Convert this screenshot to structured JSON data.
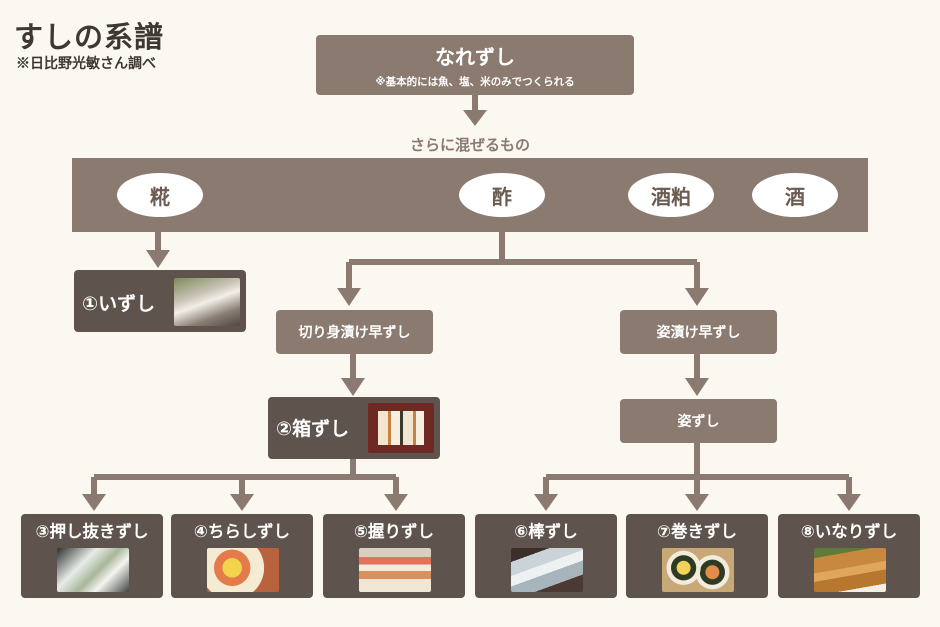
{
  "title": "すしの系譜",
  "subtitle": "※日比野光敏さん調べ",
  "top": {
    "title": "なれずし",
    "note": "※基本的には魚、塩、米のみでつくられる"
  },
  "mix_label": "さらに混ぜるもの",
  "ingredients": [
    "糀",
    "酢",
    "酒粕",
    "酒"
  ],
  "intermediate": {
    "kirimi": "切り身漬け早ずし",
    "sugata_zuke": "姿漬け早ずし",
    "sugata": "姿ずし"
  },
  "types": [
    {
      "label": "①いずし",
      "photo_icon": "izushi-photo"
    },
    {
      "label": "②箱ずし",
      "photo_icon": "hakozushi-photo"
    },
    {
      "label": "③押し抜きずし",
      "photo_icon": "oshinuki-photo"
    },
    {
      "label": "④ちらしずし",
      "photo_icon": "chirashi-photo"
    },
    {
      "label": "⑤握りずし",
      "photo_icon": "nigiri-photo"
    },
    {
      "label": "⑥棒ずし",
      "photo_icon": "bouzushi-photo"
    },
    {
      "label": "⑦巻きずし",
      "photo_icon": "makizushi-photo"
    },
    {
      "label": "⑧いなりずし",
      "photo_icon": "inari-photo"
    }
  ],
  "colors": {
    "box": "#8b7a6f",
    "dark_box": "#5f534d",
    "background": "#fbf8f2",
    "title": "#3e3732"
  }
}
